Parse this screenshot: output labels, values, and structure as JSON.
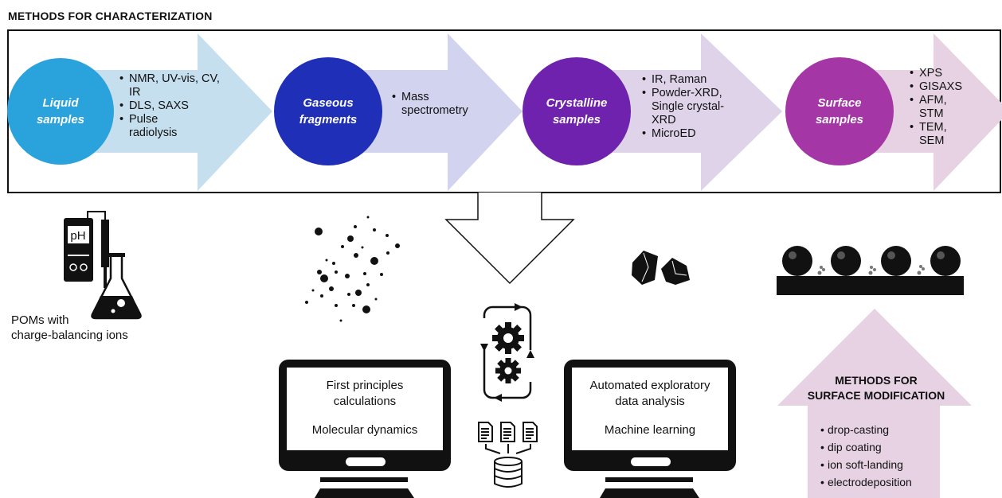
{
  "title": "METHODS FOR CHARACTERIZATION",
  "colors": {
    "liquid": "#2aa3dc",
    "gaseous": "#1f2fb8",
    "crystalline": "#6f22ad",
    "surface": "#a536a6",
    "arrow_blue": "#c6dfef",
    "arrow_lilac1": "#d2d3ee",
    "arrow_lilac2": "#dfd3ea",
    "arrow_pink": "#e6d2e3"
  },
  "samples": [
    {
      "label": [
        "Liquid",
        "samples"
      ],
      "methods": [
        "NMR, UV-vis, CV, IR",
        "DLS, SAXS",
        "Pulse radiolysis"
      ]
    },
    {
      "label": [
        "Gaseous",
        "fragments"
      ],
      "methods": [
        "Mass spectrometry"
      ]
    },
    {
      "label": [
        "Crystalline",
        "samples"
      ],
      "methods": [
        "IR, Raman",
        "Powder-XRD, Single crystal-XRD",
        "MicroED"
      ]
    },
    {
      "label": [
        "Surface",
        "samples"
      ],
      "methods": [
        "XPS",
        "GISAXS",
        "AFM, STM",
        "TEM, SEM"
      ]
    }
  ],
  "poms_caption": [
    "POMs with",
    "charge-balancing ions"
  ],
  "ph_meter_label": "pH",
  "computers": {
    "left": {
      "line1": "First principles",
      "line2": "calculations",
      "line3": "Molecular dynamics"
    },
    "right": {
      "line1": "Automated exploratory",
      "line2": "data analysis",
      "line3": "Machine learning"
    }
  },
  "surface_modification": {
    "title": [
      "METHODS FOR",
      "SURFACE MODIFICATION"
    ],
    "methods": [
      "drop-casting",
      "dip coating",
      "ion soft-landing",
      "electrodeposition"
    ]
  }
}
